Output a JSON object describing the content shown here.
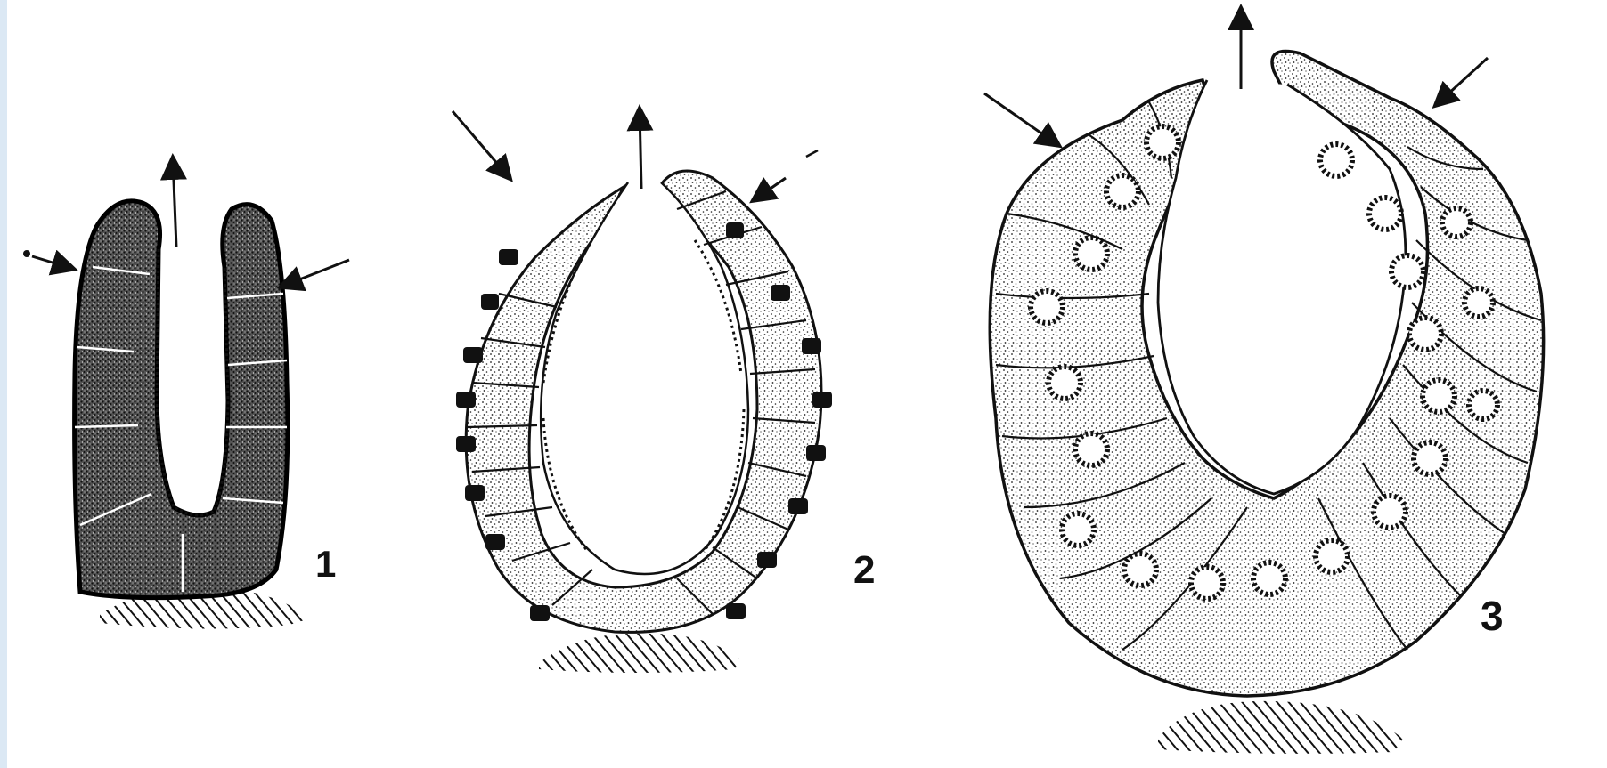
{
  "figure": {
    "labels": {
      "one": "1",
      "two": "2",
      "three": "3"
    },
    "colors": {
      "background_strip": "#dbe8f4",
      "ink": "#111111",
      "paper": "#ffffff"
    }
  }
}
